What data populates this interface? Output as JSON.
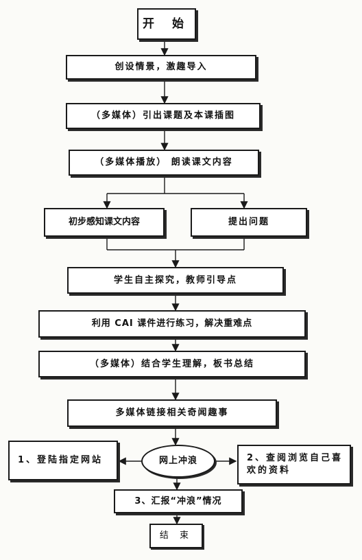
{
  "nodes": {
    "start": "开  始",
    "intro": "创设情景，激趣导入",
    "lead": "（多媒体）引出课题及本课插图",
    "read": "（多媒体播放）  朗读课文内容",
    "perceive": "初步感知课文内容",
    "ask": "提出问题",
    "explore": "学生自主探究，教师引导点",
    "practice": "利用 CAI 课件进行练习，解决重难点",
    "summary": "（多媒体）结合学生理解，板书总结",
    "links": "多媒体链接相关奇闻趣事",
    "surf": "网上冲浪",
    "login": "1、登陆指定网站",
    "browse": "2、查阅浏览自己喜欢的资料",
    "report": "3、汇报“冲浪”情况",
    "end": "结  束"
  },
  "colors": {
    "line": "#1a1a1a",
    "box_fill": "#ffffff",
    "background": "#fbfbf8"
  }
}
